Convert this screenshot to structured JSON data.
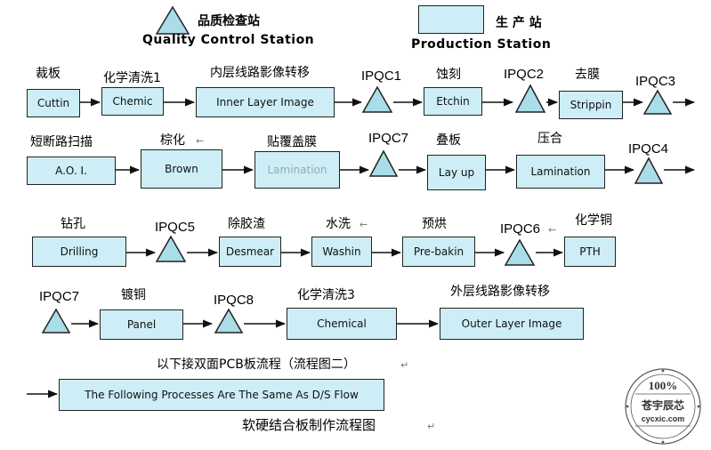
{
  "legend": {
    "qc_label": "品质检查站",
    "qc_english": "Quality  Control  Station",
    "prod_label": "生 产 站",
    "prod_english": "Production  Station"
  },
  "row1": {
    "cut": {
      "cn": "裁板",
      "en": "Cuttin"
    },
    "chem1": {
      "cn": "化学清洗1",
      "en": "Chemic"
    },
    "inner": {
      "cn": "内层线路影像转移",
      "en": "Inner Layer Image"
    },
    "ipqc1": "IPQC1",
    "etch": {
      "cn": "蚀刻",
      "en": "Etchin"
    },
    "ipqc2": "IPQC2",
    "strip": {
      "cn": "去膜",
      "en": "Strippin"
    },
    "ipqc3": "IPQC3"
  },
  "row2": {
    "aoi": {
      "cn": "短断路扫描",
      "en": "A.O. I."
    },
    "brown": {
      "cn": "棕化",
      "en": "Brown"
    },
    "lam1": {
      "cn": "贴覆盖膜",
      "en": "Lamination"
    },
    "ipqc7": "IPQC7",
    "layup": {
      "cn": "叠板",
      "en": "Lay up"
    },
    "lam2": {
      "cn": "压合",
      "en": "Lamination"
    },
    "ipqc4": "IPQC4"
  },
  "row3": {
    "drill": {
      "cn": "钻孔",
      "en": "Drilling"
    },
    "ipqc5": "IPQC5",
    "desmear": {
      "cn": "除胶渣",
      "en": "Desmear"
    },
    "wash": {
      "cn": "水洗",
      "en": "Washin"
    },
    "prebake": {
      "cn": "预烘",
      "en": "Pre-bakin"
    },
    "ipqc6": "IPQC6",
    "pth": {
      "cn": "化学铜",
      "en": "PTH"
    }
  },
  "row4": {
    "ipqc7": "IPQC7",
    "panel": {
      "cn": "镀铜",
      "en": "Panel"
    },
    "ipqc8": "IPQC8",
    "chem3": {
      "cn": "化学清洗3",
      "en": "Chemical"
    },
    "outer": {
      "cn": "外层线路影像转移",
      "en": "Outer Layer Image"
    }
  },
  "note": "以下接双面PCB板流程（流程图二）",
  "final_box": "The Following Processes Are The Same As D/S Flow",
  "caption": "软硬结合板制作流程图",
  "watermark": {
    "percent": "100%",
    "brand": "苍宇辰芯",
    "url": "cycxic.com"
  },
  "colors": {
    "box_fill": "#cdeef7",
    "tri_fill": "#a9dde8",
    "stroke": "#222222"
  }
}
